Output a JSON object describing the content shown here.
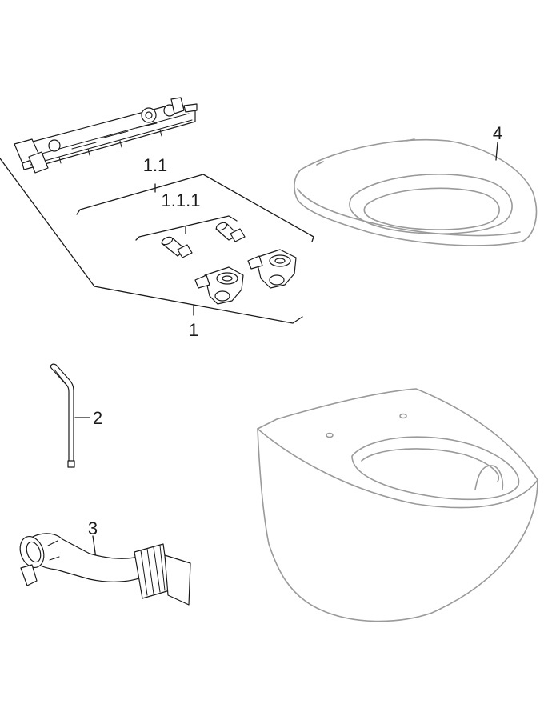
{
  "labels": {
    "item_1": "1",
    "item_1_1": "1.1",
    "item_1_1_1": "1.1.1",
    "item_2": "2",
    "item_3": "3",
    "item_4": "4"
  }
}
